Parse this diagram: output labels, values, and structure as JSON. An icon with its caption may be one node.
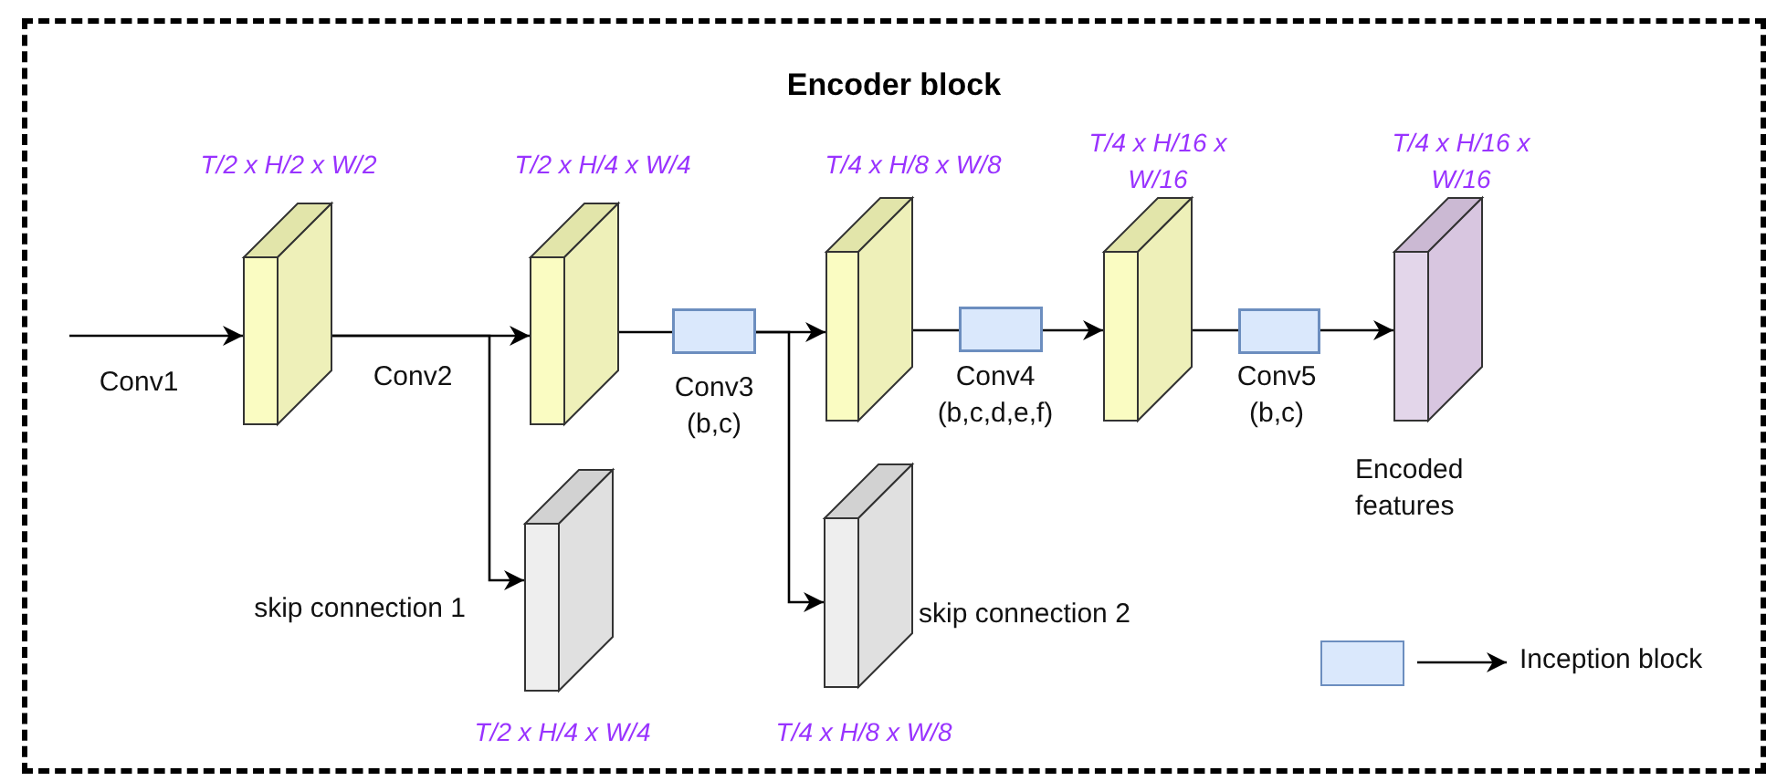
{
  "diagram": {
    "nodes": [
      {
        "text": [
          "Encoder block"
        ]
      },
      {
        "text": [],
        "shape": "box",
        "in": 0,
        "beside": [
          "T/2 x H/2 x W/2"
        ]
      },
      {
        "text": [],
        "shape": "box",
        "in": 0,
        "beside": [
          "T/2 x H/4 x W/4"
        ]
      },
      {
        "text": [],
        "shape": "box",
        "in": 0,
        "beside": [
          "Conv3 (b,c)"
        ]
      },
      {
        "text": [],
        "shape": "box",
        "in": 0,
        "beside": [
          "T/4 x H/8 x W/8"
        ]
      },
      {
        "text": [],
        "shape": "box",
        "in": 0,
        "beside": [
          "Conv4 (b,c,d,e,f)"
        ]
      },
      {
        "text": [],
        "shape": "box",
        "in": 0,
        "beside": [
          "T/4 x H/16 x W/16"
        ]
      },
      {
        "text": [],
        "shape": "box",
        "in": 0,
        "beside": [
          "Conv5 (b,c)"
        ]
      },
      {
        "text": [],
        "shape": "box",
        "in": 0,
        "beside": [
          "T/4 x H/16 x W/16",
          "Encoded features"
        ]
      },
      {
        "text": [],
        "shape": "box",
        "in": 0,
        "beside": [
          "skip connection 1",
          "T/2 x H/4 x W/4"
        ]
      },
      {
        "text": [],
        "shape": "box",
        "in": 0,
        "beside": [
          "skip connection 2",
          "T/4 x H/8 x W/8"
        ]
      }
    ],
    "edges": [
      {
        "from": null,
        "to": 1,
        "arrow": "to",
        "label": "Conv1"
      },
      {
        "from": 1,
        "to": 2,
        "arrow": "to",
        "label": "Conv2"
      },
      {
        "from": 1,
        "to": 9,
        "arrow": "to"
      },
      {
        "from": 2,
        "to": 3,
        "arrow": "none"
      },
      {
        "from": 3,
        "to": 4,
        "arrow": "to"
      },
      {
        "from": 3,
        "to": 10,
        "arrow": "to"
      },
      {
        "from": 4,
        "to": 5,
        "arrow": "none"
      },
      {
        "from": 5,
        "to": 6,
        "arrow": "to"
      },
      {
        "from": 6,
        "to": 7,
        "arrow": "none"
      },
      {
        "from": 7,
        "to": 8,
        "arrow": "to"
      }
    ],
    "legend": [
      {
        "text": "Inception block"
      }
    ]
  }
}
